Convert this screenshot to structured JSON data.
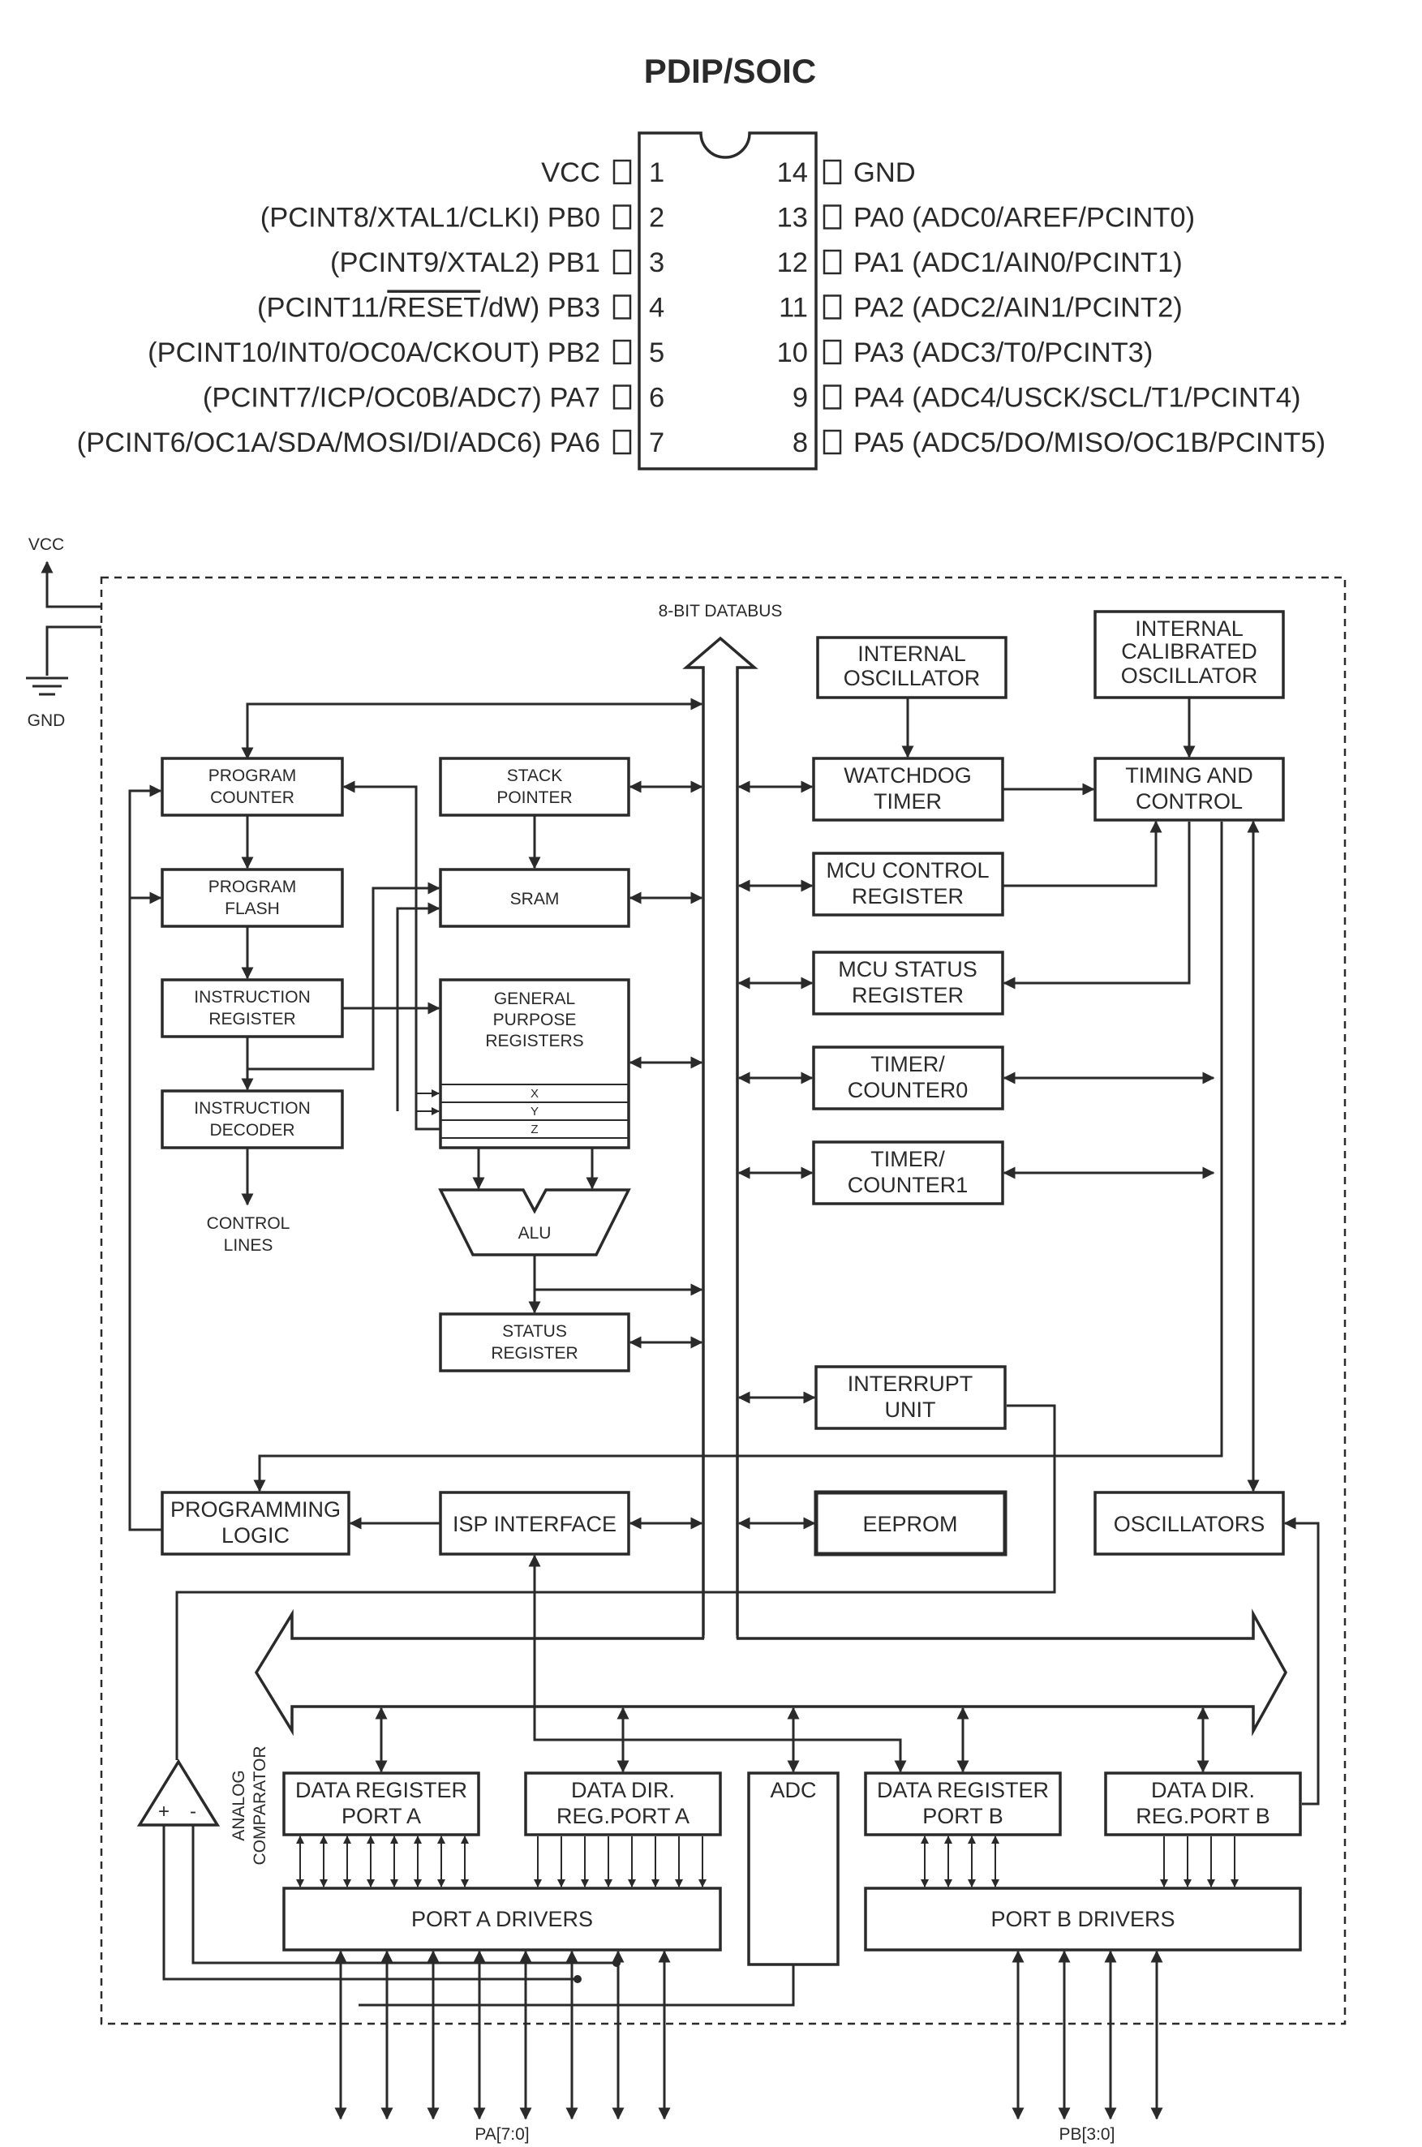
{
  "package": {
    "title": "PDIP/SOIC",
    "left_pins": [
      {
        "num": "1",
        "label": "VCC"
      },
      {
        "num": "2",
        "label": "(PCINT8/XTAL1/CLKI) PB0"
      },
      {
        "num": "3",
        "label": "(PCINT9/XTAL2) PB1"
      },
      {
        "num": "4",
        "label_pre": "(PCINT11/",
        "label_over": "RESET",
        "label_post": "/dW) PB3"
      },
      {
        "num": "5",
        "label": "(PCINT10/INT0/OC0A/CKOUT) PB2"
      },
      {
        "num": "6",
        "label": "(PCINT7/ICP/OC0B/ADC7) PA7"
      },
      {
        "num": "7",
        "label": "(PCINT6/OC1A/SDA/MOSI/DI/ADC6) PA6"
      }
    ],
    "right_pins": [
      {
        "num": "14",
        "label": "GND"
      },
      {
        "num": "13",
        "label": "PA0 (ADC0/AREF/PCINT0)"
      },
      {
        "num": "12",
        "label": "PA1 (ADC1/AIN0/PCINT1)"
      },
      {
        "num": "11",
        "label": "PA2 (ADC2/AIN1/PCINT2)"
      },
      {
        "num": "10",
        "label": "PA3 (ADC3/T0/PCINT3)"
      },
      {
        "num": "9",
        "label": "PA4 (ADC4/USCK/SCL/T1/PCINT4)"
      },
      {
        "num": "8",
        "label": "PA5 (ADC5/DO/MISO/OC1B/PCINT5)"
      }
    ]
  },
  "block": {
    "vcc": "VCC",
    "gnd": "GND",
    "databus": "8-BIT DATABUS",
    "int_osc": [
      "INTERNAL",
      "OSCILLATOR"
    ],
    "int_cal_osc": [
      "INTERNAL",
      "CALIBRATED",
      "OSCILLATOR"
    ],
    "program_counter": [
      "PROGRAM",
      "COUNTER"
    ],
    "stack_pointer": [
      "STACK",
      "POINTER"
    ],
    "watchdog": [
      "WATCHDOG",
      "TIMER"
    ],
    "timing": [
      "TIMING AND",
      "CONTROL"
    ],
    "program_flash": [
      "PROGRAM",
      "FLASH"
    ],
    "sram": "SRAM",
    "mcu_control": [
      "MCU CONTROL",
      "REGISTER"
    ],
    "instruction_register": [
      "INSTRUCTION",
      "REGISTER"
    ],
    "gpr": [
      "GENERAL",
      "PURPOSE",
      "REGISTERS"
    ],
    "reg_x": "X",
    "reg_y": "Y",
    "reg_z": "Z",
    "mcu_status": [
      "MCU STATUS",
      "REGISTER"
    ],
    "instruction_decoder": [
      "INSTRUCTION",
      "DECODER"
    ],
    "timer0": [
      "TIMER/",
      "COUNTER0"
    ],
    "timer1": [
      "TIMER/",
      "COUNTER1"
    ],
    "control_lines": [
      "CONTROL",
      "LINES"
    ],
    "alu": "ALU",
    "status_register": [
      "STATUS",
      "REGISTER"
    ],
    "interrupt": [
      "INTERRUPT",
      "UNIT"
    ],
    "programming_logic": [
      "PROGRAMMING",
      "LOGIC"
    ],
    "isp": "ISP INTERFACE",
    "eeprom": "EEPROM",
    "oscillators": "OSCILLATORS",
    "analog_comparator": [
      "ANALOG",
      "COMPARATOR"
    ],
    "comp_plus": "+",
    "comp_minus": "-",
    "data_reg_a": [
      "DATA REGISTER",
      "PORT A"
    ],
    "data_dir_a": [
      "DATA DIR.",
      "REG.PORT A"
    ],
    "adc": "ADC",
    "data_reg_b": [
      "DATA REGISTER",
      "PORT B"
    ],
    "data_dir_b": [
      "DATA DIR.",
      "REG.PORT B"
    ],
    "port_a_drivers": "PORT A DRIVERS",
    "port_b_drivers": "PORT B DRIVERS",
    "pa_label": "PA[7:0]",
    "pb_label": "PB[3:0]"
  }
}
